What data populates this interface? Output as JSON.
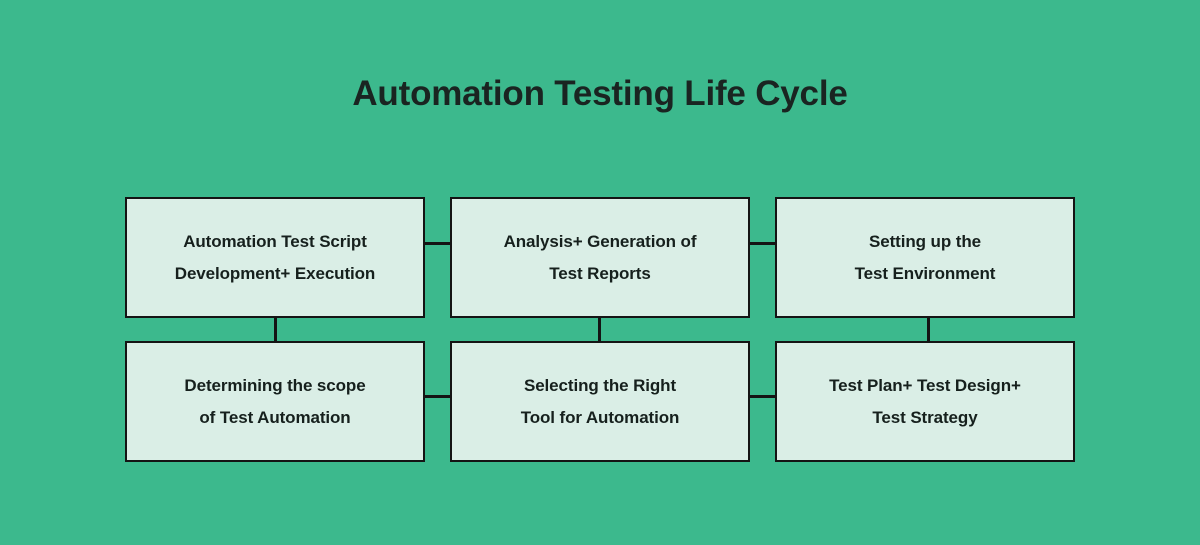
{
  "page": {
    "title": "Automation Testing Life Cycle",
    "background_color": "#3cb98d",
    "box_fill_color": "#daeee6",
    "box_border_color": "#141414",
    "text_color": "#16201d"
  },
  "diagram": {
    "type": "flowchart",
    "rows": 2,
    "columns": 3,
    "boxes": [
      {
        "id": "box-automation-test-script",
        "position": "top-left",
        "text": "Automation Test Script\nDevelopment+ Execution"
      },
      {
        "id": "box-analysis-generation-reports",
        "position": "top-center",
        "text": "Analysis+ Generation of\nTest Reports"
      },
      {
        "id": "box-setting-up-test-environment",
        "position": "top-right",
        "text": "Setting up the\nTest Environment"
      },
      {
        "id": "box-determining-scope",
        "position": "bottom-left",
        "text": "Determining the scope\nof Test Automation"
      },
      {
        "id": "box-selecting-right-tool",
        "position": "bottom-center",
        "text": "Selecting the Right\nTool for Automation"
      },
      {
        "id": "box-test-plan-design-strategy",
        "position": "bottom-right",
        "text": "Test Plan+ Test Design+\nTest Strategy"
      }
    ],
    "connectors": [
      {
        "id": "conn-top-left-to-center",
        "orientation": "horizontal"
      },
      {
        "id": "conn-top-center-to-right",
        "orientation": "horizontal"
      },
      {
        "id": "conn-bottom-left-to-center",
        "orientation": "horizontal"
      },
      {
        "id": "conn-bottom-center-to-right",
        "orientation": "horizontal"
      },
      {
        "id": "conn-col1-top-to-bottom",
        "orientation": "vertical"
      },
      {
        "id": "conn-col2-top-to-bottom",
        "orientation": "vertical"
      },
      {
        "id": "conn-col3-top-to-bottom",
        "orientation": "vertical"
      }
    ]
  }
}
